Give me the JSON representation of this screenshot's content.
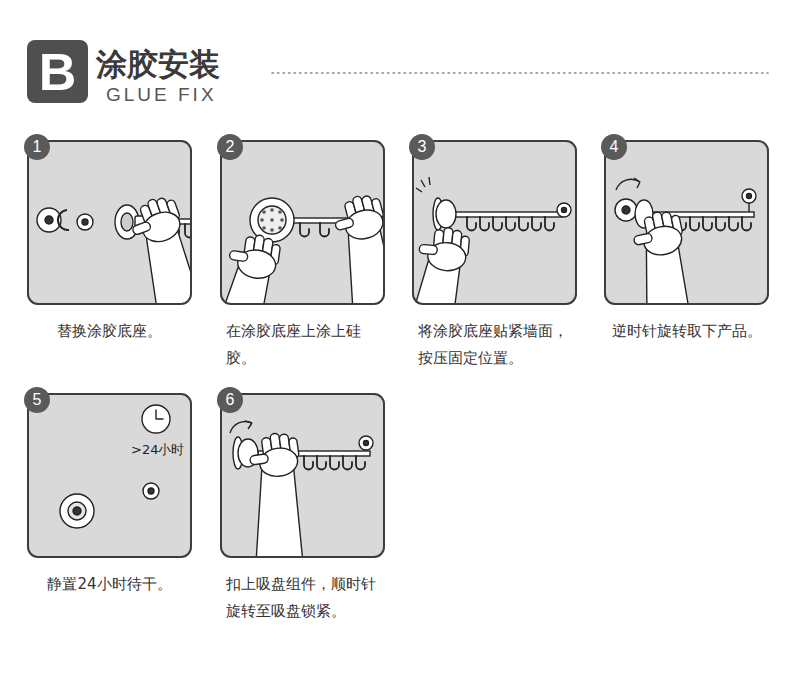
{
  "diagram": {
    "title": "涂胶安装",
    "nodes": [
      {
        "text": [
          "1",
          "替换涂胶底座。"
        ]
      },
      {
        "text": [
          "2",
          "在涂胶底座上涂上硅胶。"
        ]
      },
      {
        "text": [
          "3",
          "将涂胶底座贴紧墙面，按压固定位置。"
        ]
      },
      {
        "text": [
          "4",
          "逆时针旋转取下产品。"
        ]
      },
      {
        "text": [
          "5",
          "静置24小时待干。"
        ]
      },
      {
        "text": [
          "6",
          "扣上吸盘组件，顺时针旋转至吸盘锁紧。"
        ]
      }
    ],
    "labels": [
      "B",
      "GLUE FIX",
      ">24小时"
    ]
  }
}
